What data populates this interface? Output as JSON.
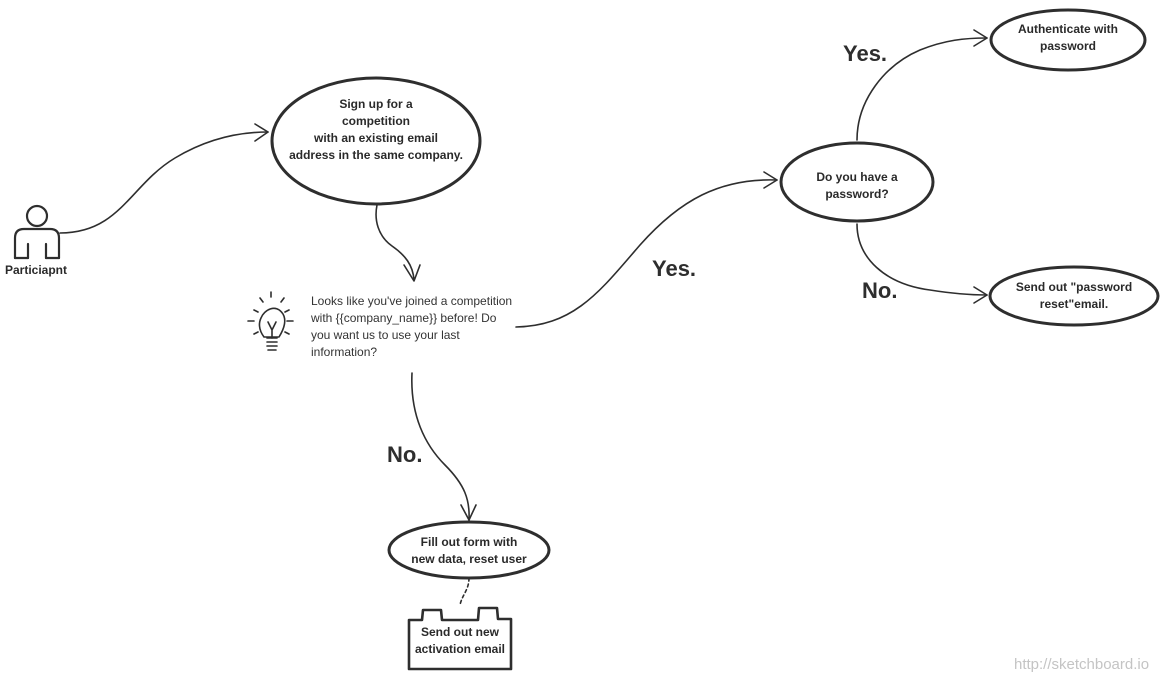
{
  "colors": {
    "stroke": "#2e2e2e",
    "text": "#2a2a2a",
    "watermark": "#c4c4c4",
    "background": "#ffffff"
  },
  "actor": {
    "label": "Particiapnt",
    "icon": "person-icon"
  },
  "nodes": {
    "signup": "Sign up for a\ncompetition\nwith an existing email\naddress in the same company.",
    "has_password": "Do you have a\npassword?",
    "authenticate": "Authenticate with\npassword",
    "reset_email": "Send out \"password\nreset\"email.",
    "fill_form": "Fill out form with\nnew data, reset user",
    "activation": "Send out new\nactivation email"
  },
  "note": {
    "icon": "lightbulb-icon",
    "text": "Looks like you've joined a competition\nwith {{company_name}} before! Do\nyou want us to use your last\ninformation?"
  },
  "edges": {
    "yes_to_password": "Yes.",
    "yes_to_auth": "Yes.",
    "no_to_reset": "No.",
    "no_to_form": "No."
  },
  "watermark": "http://sketchboard.io"
}
